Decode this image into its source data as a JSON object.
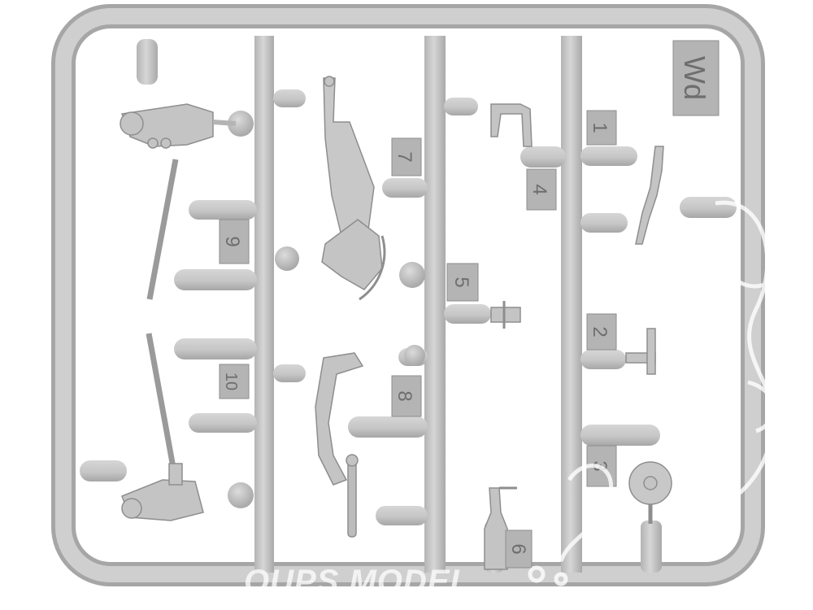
{
  "sprue": {
    "letter": "Wd",
    "part_numbers": [
      "1",
      "2",
      "3",
      "4",
      "5",
      "6",
      "7",
      "8",
      "9",
      "10"
    ]
  },
  "watermark": {
    "text": "OUPS MODEL"
  },
  "colors": {
    "plastic": "#c8c8c8",
    "plastic_shadow": "#a9a9a9",
    "number_tab": "#b4b4b4",
    "background": "#ffffff"
  }
}
